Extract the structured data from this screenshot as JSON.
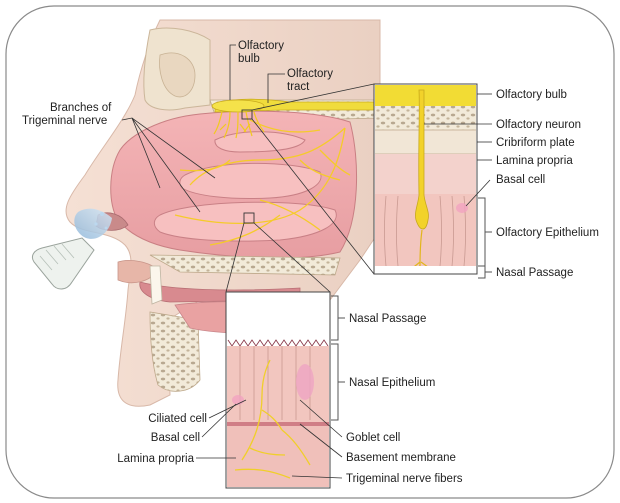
{
  "labels": {
    "olfactory_bulb_top": [
      "Olfactory",
      "bulb"
    ],
    "olfactory_tract": [
      "Olfactory",
      "tract"
    ],
    "trigeminal_branches": [
      "Branches of",
      "Trigeminal nerve"
    ],
    "inset_upper": {
      "olfactory_bulb": "Olfactory bulb",
      "olfactory_neuron": "Olfactory neuron",
      "cribriform_plate": "Cribriform plate",
      "lamina_propria": "Lamina propria",
      "basal_cell": "Basal cell",
      "olfactory_epithelium": "Olfactory Epithelium",
      "nasal_passage": "Nasal Passage"
    },
    "inset_lower": {
      "nasal_passage": "Nasal Passage",
      "nasal_epithelium": "Nasal Epithelium",
      "ciliated_cell": "Ciliated cell",
      "basal_cell": "Basal cell",
      "lamina_propria": "Lamina propria",
      "goblet_cell": "Goblet cell",
      "basement_membrane": "Basement membrane",
      "trigeminal_fibers": "Trigeminal nerve fibers"
    }
  },
  "colors": {
    "skin": "#f2d6c8",
    "tissue": "#e9b8b5",
    "mucosa": "#f0a6a8",
    "bone": "#efe6d6",
    "nerve": "#f5cb2a",
    "bulb": "#f0dc3c",
    "frame": "#8a8a8a"
  }
}
